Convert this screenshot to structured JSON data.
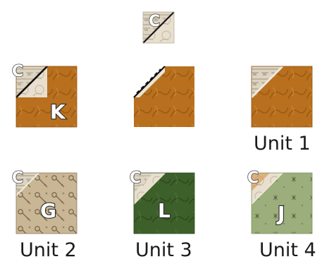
{
  "fabrics": {
    "C": {
      "letter": "C",
      "color": "#e8dfcf",
      "pattern": "#c9bda8"
    },
    "K": {
      "letter": "K",
      "color": "#b8701e",
      "pattern": "#9c5a12"
    },
    "G": {
      "letter": "G",
      "color": "#c8b695",
      "pattern": "#8f7b5c"
    },
    "L": {
      "letter": "L",
      "color": "#3d5f2a",
      "pattern": "#2d4a1e"
    },
    "J": {
      "letter": "J",
      "color": "#9bae7c",
      "pattern": "#7f935f"
    }
  },
  "diagram": {
    "top_square_letter": "C",
    "step1_small_letter": "C",
    "step1_large_letter": "K",
    "unit1_label": "Unit 1",
    "unit2": {
      "small_letter": "C",
      "large_letter": "G",
      "label": "Unit 2"
    },
    "unit3": {
      "small_letter": "C",
      "large_letter": "L",
      "label": "Unit 3"
    },
    "unit4": {
      "small_letter": "C",
      "large_letter": "J",
      "label": "Unit 4"
    }
  }
}
